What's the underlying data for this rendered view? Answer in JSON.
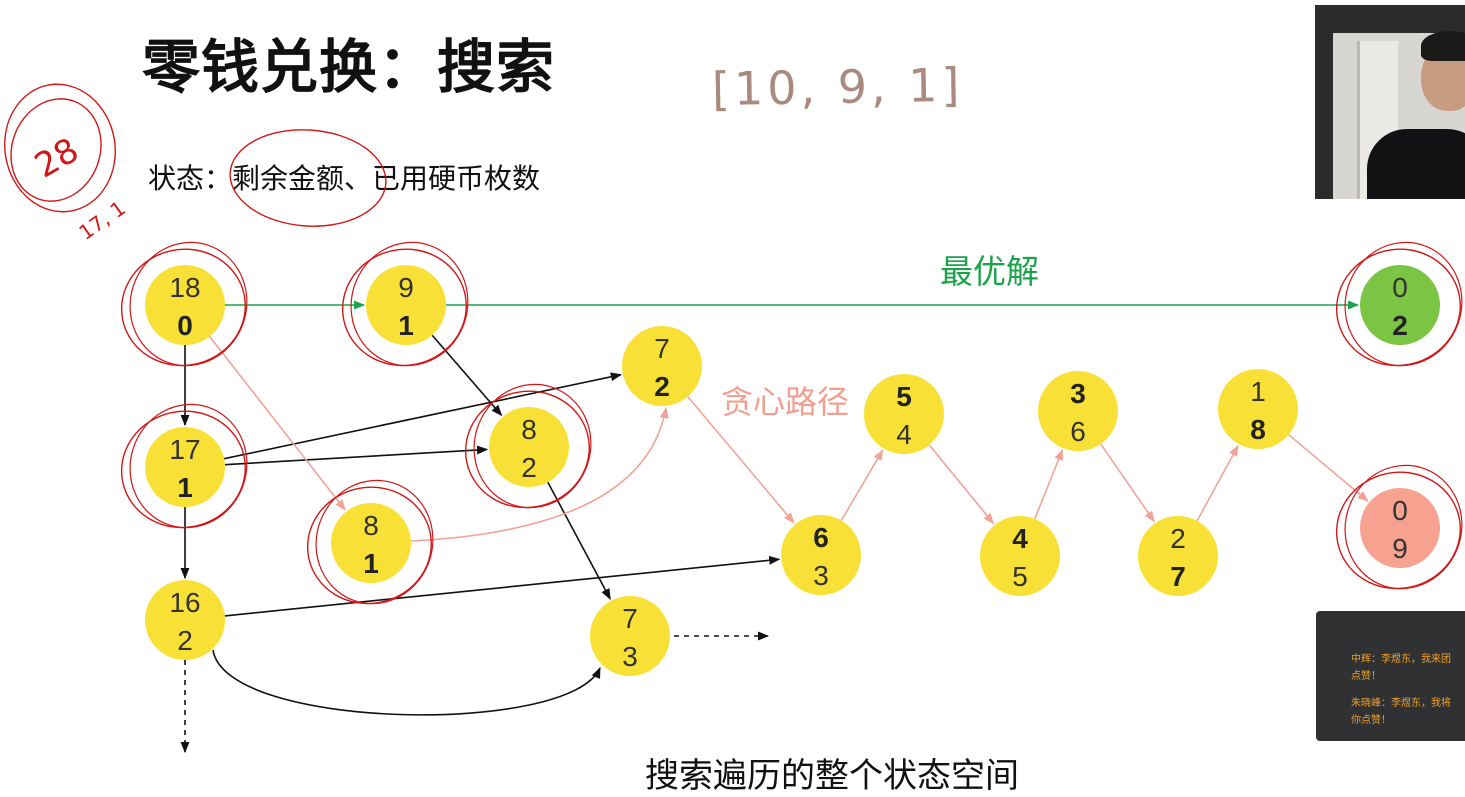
{
  "title": "零钱兑换：搜索",
  "state_label": "状态：剩余金额、已用硬币枚数",
  "coin_annotation": "[10, 9, 1]",
  "optimal_label": "最优解",
  "greedy_label": "贪心路径",
  "footer": "搜索遍历的整个状态空间",
  "handwritten_notes": [
    "28",
    "17, 1"
  ],
  "colors": {
    "node_yellow": "#f9e036",
    "optimal_green": "#7cc444",
    "greedy_end_red": "#f7a190",
    "optimal_edge": "#1aa34a",
    "greedy_edge": "#f0a498",
    "ink_red": "#d01818"
  },
  "nodes": [
    {
      "id": "n18_0",
      "top": "18",
      "bottom": "0",
      "bold_top": false,
      "bold_bottom": true,
      "fill": "yellow",
      "circled": true
    },
    {
      "id": "n17_1",
      "top": "17",
      "bottom": "1",
      "bold_top": false,
      "bold_bottom": true,
      "fill": "yellow",
      "circled": true
    },
    {
      "id": "n16_2",
      "top": "16",
      "bottom": "2",
      "bold_top": false,
      "bold_bottom": false,
      "fill": "yellow",
      "circled": false
    },
    {
      "id": "n9_1",
      "top": "9",
      "bottom": "1",
      "bold_top": false,
      "bold_bottom": true,
      "fill": "yellow",
      "circled": true
    },
    {
      "id": "n8_1",
      "top": "8",
      "bottom": "1",
      "bold_top": false,
      "bold_bottom": true,
      "fill": "yellow",
      "circled": true
    },
    {
      "id": "n8_2",
      "top": "8",
      "bottom": "2",
      "bold_top": false,
      "bold_bottom": false,
      "fill": "yellow",
      "circled": true
    },
    {
      "id": "n7_2",
      "top": "7",
      "bottom": "2",
      "bold_top": false,
      "bold_bottom": true,
      "fill": "yellow",
      "circled": false
    },
    {
      "id": "n7_3",
      "top": "7",
      "bottom": "3",
      "bold_top": false,
      "bold_bottom": false,
      "fill": "yellow",
      "circled": false
    },
    {
      "id": "n6_3",
      "top": "6",
      "bottom": "3",
      "bold_top": true,
      "bold_bottom": false,
      "fill": "yellow",
      "circled": false
    },
    {
      "id": "n5_4",
      "top": "5",
      "bottom": "4",
      "bold_top": true,
      "bold_bottom": false,
      "fill": "yellow",
      "circled": false
    },
    {
      "id": "n4_5",
      "top": "4",
      "bottom": "5",
      "bold_top": true,
      "bold_bottom": false,
      "fill": "yellow",
      "circled": false
    },
    {
      "id": "n3_6",
      "top": "3",
      "bottom": "6",
      "bold_top": true,
      "bold_bottom": false,
      "fill": "yellow",
      "circled": false
    },
    {
      "id": "n2_7",
      "top": "2",
      "bottom": "7",
      "bold_top": false,
      "bold_bottom": true,
      "fill": "yellow",
      "circled": false
    },
    {
      "id": "n1_8",
      "top": "1",
      "bottom": "8",
      "bold_top": false,
      "bold_bottom": true,
      "fill": "yellow",
      "circled": false
    },
    {
      "id": "n0_2",
      "top": "0",
      "bottom": "2",
      "bold_top": false,
      "bold_bottom": true,
      "fill": "green",
      "circled": true
    },
    {
      "id": "n0_9",
      "top": "0",
      "bottom": "9",
      "bold_top": false,
      "bold_bottom": false,
      "fill": "red",
      "circled": true
    }
  ],
  "edges": [
    {
      "from": "n18_0",
      "to": "n9_1",
      "type": "optimal"
    },
    {
      "from": "n9_1",
      "to": "n0_2",
      "type": "optimal"
    },
    {
      "from": "n18_0",
      "to": "n17_1",
      "type": "normal"
    },
    {
      "from": "n17_1",
      "to": "n16_2",
      "type": "normal"
    },
    {
      "from": "n16_2",
      "to": null,
      "type": "dashed-down"
    },
    {
      "from": "n9_1",
      "to": "n8_2",
      "type": "normal"
    },
    {
      "from": "n17_1",
      "to": "n7_2",
      "type": "normal"
    },
    {
      "from": "n17_1",
      "to": "n8_2",
      "type": "normal"
    },
    {
      "from": "n8_2",
      "to": "n7_3",
      "type": "normal"
    },
    {
      "from": "n16_2",
      "to": "n6_3",
      "type": "normal"
    },
    {
      "from": "n16_2",
      "to": "n7_3",
      "type": "curved"
    },
    {
      "from": "n7_3",
      "to": null,
      "type": "dashed-right"
    },
    {
      "from": "n18_0",
      "to": "n8_1",
      "type": "greedy"
    },
    {
      "from": "n8_1",
      "to": "n7_2",
      "type": "greedy-curve"
    },
    {
      "from": "n7_2",
      "to": "n6_3",
      "type": "greedy"
    },
    {
      "from": "n6_3",
      "to": "n5_4",
      "type": "greedy"
    },
    {
      "from": "n5_4",
      "to": "n4_5",
      "type": "greedy"
    },
    {
      "from": "n4_5",
      "to": "n3_6",
      "type": "greedy"
    },
    {
      "from": "n3_6",
      "to": "n2_7",
      "type": "greedy"
    },
    {
      "from": "n2_7",
      "to": "n1_8",
      "type": "greedy"
    },
    {
      "from": "n1_8",
      "to": "n0_9",
      "type": "greedy"
    }
  ],
  "chat": {
    "messages": [
      {
        "line1": "中辉：李煜东，我来团",
        "line2": "点赞！"
      },
      {
        "line1": "朱晓峰：李煜东，我将",
        "line2": "你点赞！"
      }
    ]
  }
}
